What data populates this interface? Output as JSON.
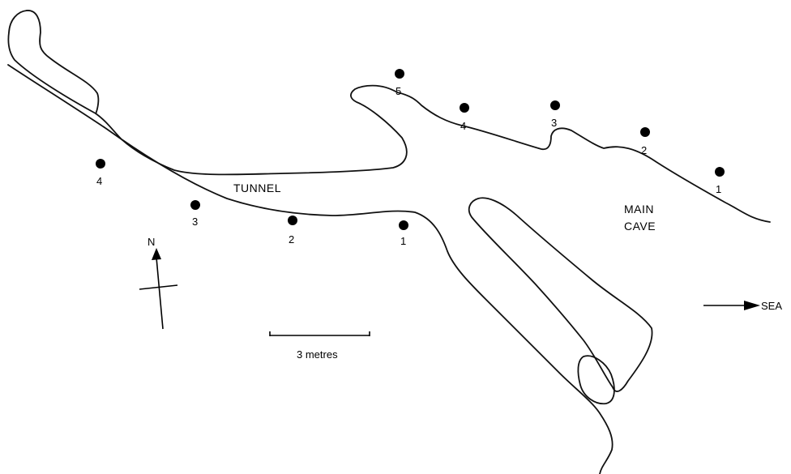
{
  "map": {
    "places": {
      "tunnel": "TUNNEL",
      "main_cave_line1": "MAIN",
      "main_cave_line2": "CAVE"
    },
    "north_label": "N",
    "sea_label": "SEA",
    "scale_label": "3 metres",
    "tunnel_stations": [
      "1",
      "2",
      "3",
      "4"
    ],
    "main_cave_stations": [
      "1",
      "2",
      "3",
      "4",
      "5"
    ]
  }
}
